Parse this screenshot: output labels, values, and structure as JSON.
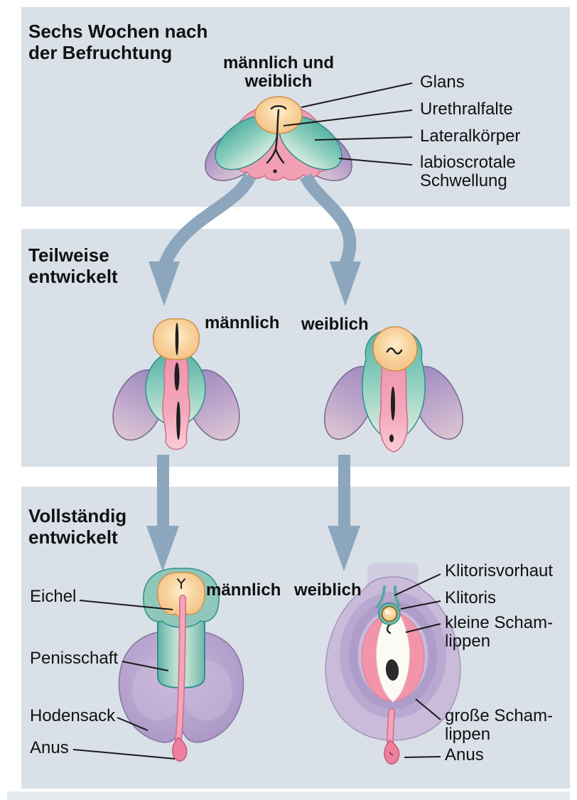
{
  "panels": {
    "six_weeks": {
      "heading": "Sechs Wochen nach\nder Befruchtung",
      "figure_caption": "männlich und\nweiblich",
      "labels": {
        "glans": "Glans",
        "urethral_fold": "Urethralfalte",
        "lateral_body": "Lateralkörper",
        "labioscrotal_swelling": "labioscrotale\nSchwellung"
      }
    },
    "partially_developed": {
      "heading": "Teilweise\nentwickelt",
      "male_caption": "männlich",
      "female_caption": "weiblich"
    },
    "fully_developed": {
      "heading": "Vollständig\nentwickelt",
      "male_caption": "männlich",
      "female_caption": "weiblich",
      "male_labels": {
        "glans": "Eichel",
        "penile_shaft": "Penisschaft",
        "scrotum": "Hodensack",
        "anus": "Anus"
      },
      "female_labels": {
        "clitoral_hood": "Klitorisvorhaut",
        "clitoris": "Klitoris",
        "labia_minora": "kleine Scham-\nlippen",
        "labia_majora": "große Scham-\nlippen",
        "anus": "Anus"
      }
    }
  },
  "colors": {
    "page_background": "#ffffff",
    "panel_background": "#d9e0e8",
    "arrow_blue": "#8ca7bd",
    "glans_orange": "#f2b97c",
    "tissue_teal": "#6db8ab",
    "tissue_pink": "#f3a8bb",
    "tissue_purple": "#ab97c6",
    "text": "#111111"
  }
}
